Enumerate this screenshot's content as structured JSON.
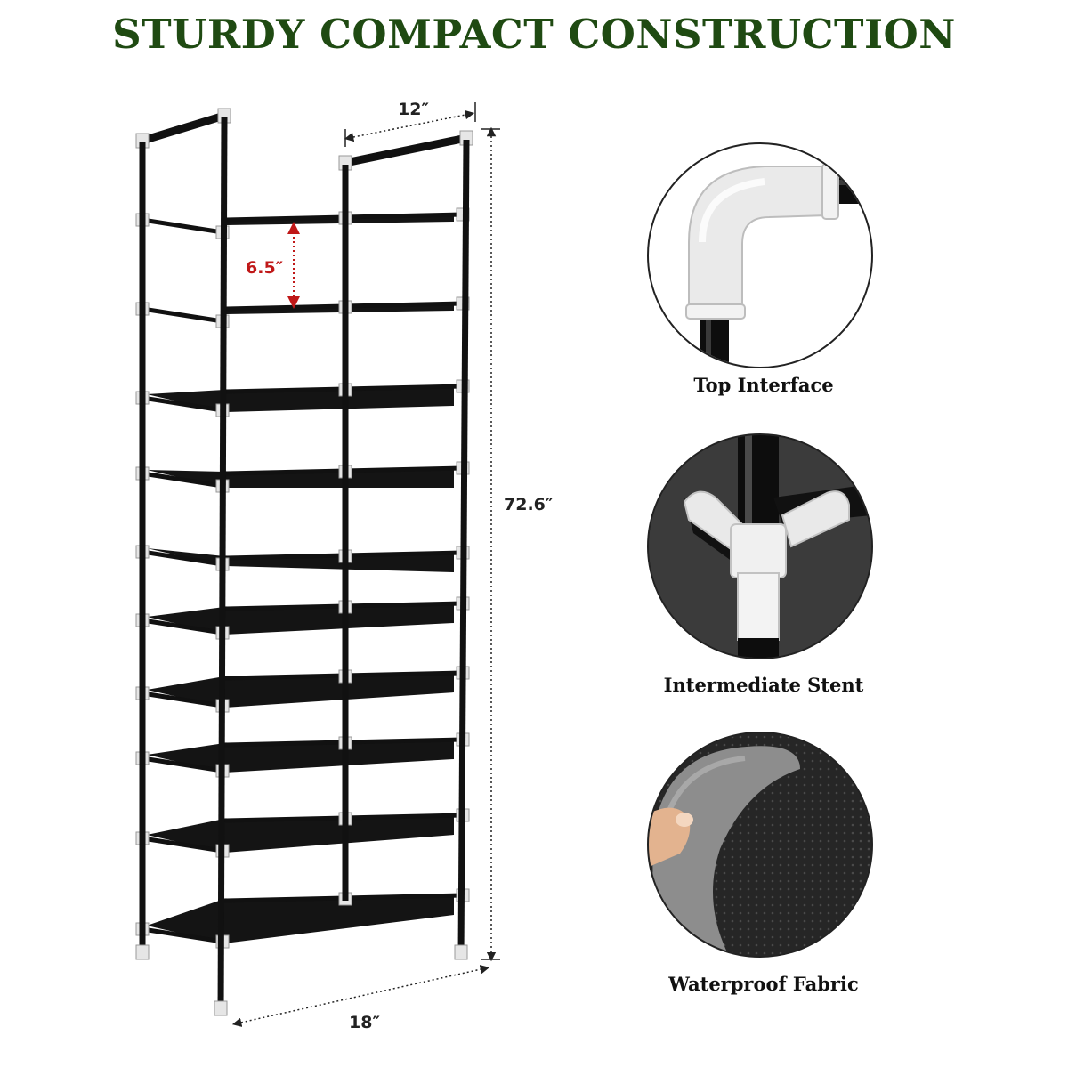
{
  "header": {
    "title": "STURDY COMPACT CONSTRUCTION"
  },
  "colors": {
    "title": "#1f4a12",
    "frame": "#111111",
    "connector": "#e6e6e6",
    "accent": "#c01818"
  },
  "dimensions": {
    "depth": "12″",
    "shelf_gap": "6.5″",
    "height": "72.6″",
    "width": "18″"
  },
  "features": [
    {
      "label": "Top Interface",
      "icon": "top-interface-photo"
    },
    {
      "label": "Intermediate Stent",
      "icon": "intermediate-stent-photo"
    },
    {
      "label": "Waterproof Fabric",
      "icon": "waterproof-fabric-photo"
    }
  ]
}
